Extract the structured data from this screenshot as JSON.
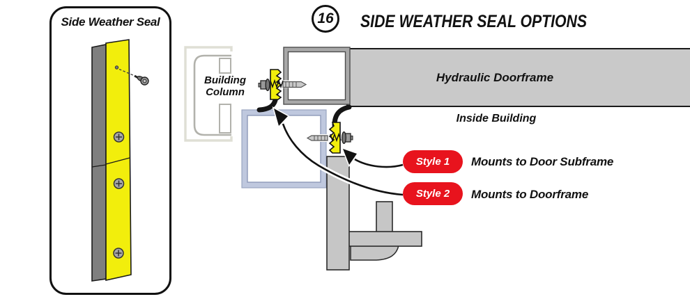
{
  "panel": {
    "title": "Side Weather Seal"
  },
  "header": {
    "step_number": "16",
    "title": "SIDE WEATHER SEAL OPTIONS"
  },
  "diagram": {
    "building_column": {
      "line1": "Building",
      "line2": "Column"
    },
    "doorframe_label": "Hydraulic Doorframe",
    "inside_label": "Inside Building",
    "styles": [
      {
        "badge": "Style 1",
        "description": "Mounts to Door Subframe"
      },
      {
        "badge": "Style 2",
        "description": "Mounts to Doorframe"
      }
    ],
    "colors": {
      "seal_yellow": "#f2ee0c",
      "badge_red": "#e8131d",
      "doorframe_gray": "#c9c9c9",
      "frame_border_gray": "#a8a8a8",
      "subframe_blue": "#bfc8de",
      "seal_strip_gray": "#7f7f7f",
      "flap_black": "#151515"
    }
  }
}
